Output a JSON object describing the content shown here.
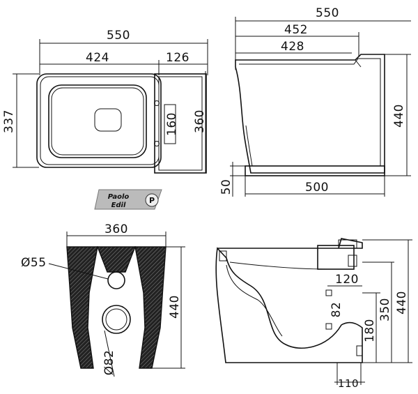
{
  "top_view": {
    "overall_width": "550",
    "bowl_width": "424",
    "tank_width": "126",
    "depth": "337",
    "tank_depth": "360",
    "inner": "160"
  },
  "side_view": {
    "overall_width": "550",
    "d452": "452",
    "d428": "428",
    "height": "440",
    "base_height": "50",
    "base_width": "500"
  },
  "front_section": {
    "width": "360",
    "hole_top": "Ø55",
    "hole_bottom": "Ø82",
    "height": "440"
  },
  "side_section": {
    "outlet": "120",
    "d82": "82",
    "h350": "350",
    "h440": "440",
    "h180": "180",
    "w110": "110"
  },
  "logo": {
    "line1": "Paolo",
    "line2": "Edil",
    "mark": "P"
  }
}
